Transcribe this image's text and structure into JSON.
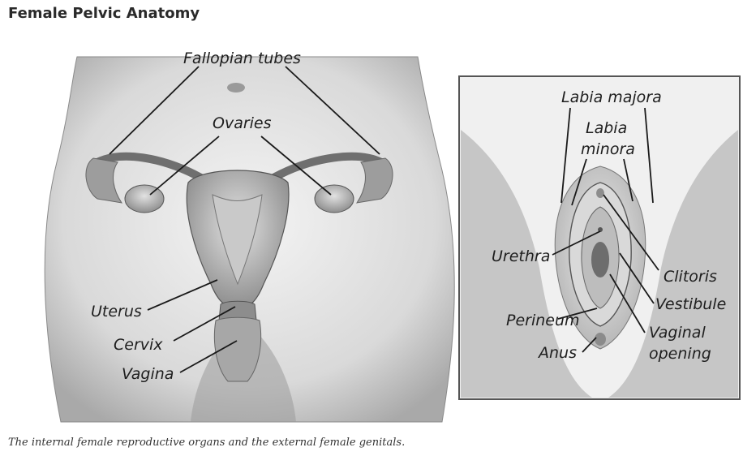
{
  "header": {
    "title": "Female Pelvic Anatomy"
  },
  "internal_panel": {
    "labels": {
      "fallopian_tubes": "Fallopian tubes",
      "ovaries": "Ovaries",
      "uterus": "Uterus",
      "cervix": "Cervix",
      "vagina": "Vagina"
    }
  },
  "external_panel": {
    "labels": {
      "labia_majora": "Labia majora",
      "labia_minora_1": "Labia",
      "labia_minora_2": "minora",
      "urethra": "Urethra",
      "clitoris": "Clitoris",
      "vestibule": "Vestibule",
      "perineum": "Perineum",
      "vaginal_opening_1": "Vaginal",
      "vaginal_opening_2": "opening",
      "anus": "Anus"
    }
  },
  "caption": "The internal female reproductive organs and the external female genitals."
}
